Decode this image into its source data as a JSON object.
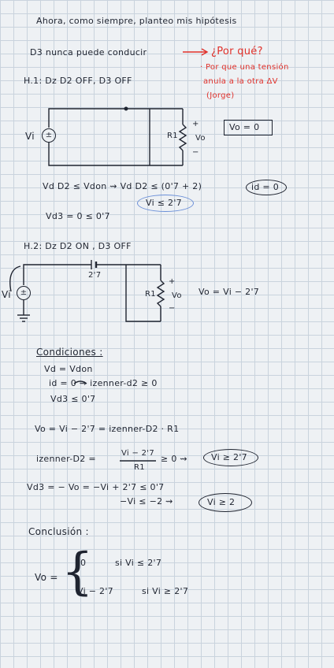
{
  "header": "Ahora, como siempre, planteo mis hipótesis",
  "d3_line": "D3 nunca puede conducir",
  "question": "¿Por qué?",
  "reason_line1": "· Por que una tensión",
  "reason_line2": "anula a la otra  ΔV",
  "reason_line3": "(Jorge)",
  "h1": {
    "title": "H.1:   Dz D2 OFF, D3 OFF",
    "vi": "Vi",
    "src_sign": "±",
    "r1": "R1",
    "plus": "+",
    "minus": "−",
    "vo": "Vo",
    "result": "Vo = 0",
    "cond1": "Vd D2 ≤ Vdon  ⇝  Vd D2 ≤ (0'7 + 2)",
    "id_result": "id = 0",
    "vi_result": "Vi ≤ 2'7",
    "vd3": "Vd3 = 0 ≤ 0'7"
  },
  "h2": {
    "title": "H.2:   Dz D2 ON , D3 OFF",
    "vi": "Vi",
    "src_sign": "±",
    "batt": "2'7",
    "r1": "R1",
    "plus": "+",
    "minus": "−",
    "vo": "Vo",
    "result": "Vo = Vi − 2'7"
  },
  "conditions": {
    "title": "Condiciones :",
    "c1": "Vd = Vdon",
    "c2": "id = 0  ⇝   izenner-d2 ≥ 0",
    "c3": "Vd3 ≤ 0'7"
  },
  "derivation": {
    "eq1": "Vo = Vi − 2'7 = izenner-D2 · R1",
    "eq2_left": "izenner-D2 =",
    "eq2_num": "Vi − 2'7",
    "eq2_den": "R1",
    "eq2_right": "≥ 0  ⇝",
    "eq2_result": "Vi ≥ 2'7",
    "eq3": "Vd3 = − Vo  =  −Vi + 2'7 ≤ 0'7",
    "eq4": "−Vi ≤ −2  ⇝",
    "eq4_result": "Vi ≥ 2"
  },
  "conclusion": {
    "title": "Conclusión :",
    "vo": "Vo =",
    "case1_val": "0",
    "case1_cond": "si   Vi ≤ 2'7",
    "case2_val": "Vi − 2'7",
    "case2_cond": "si   Vi ≥ 2'7"
  }
}
